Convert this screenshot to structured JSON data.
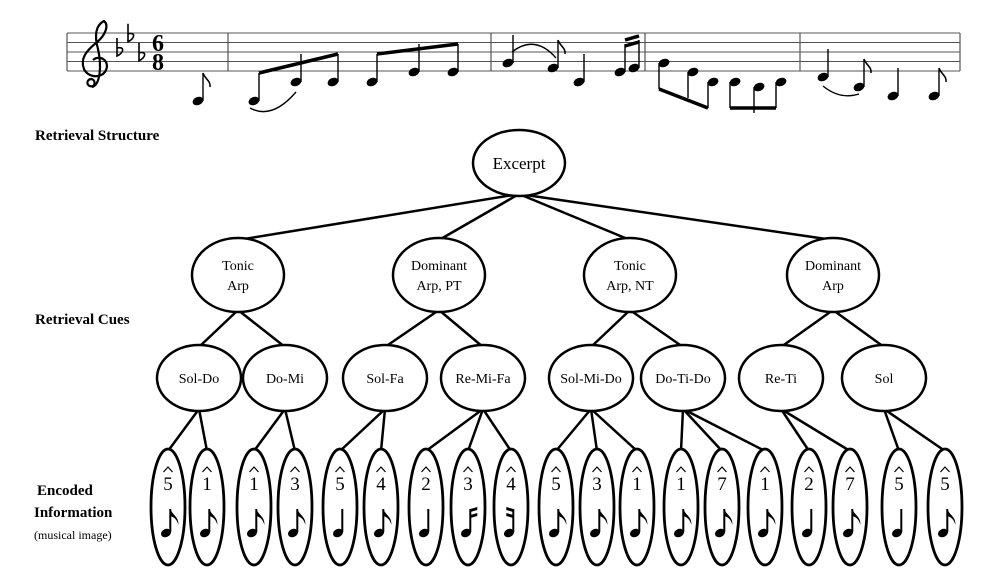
{
  "side_labels": {
    "retrieval_structure": "Retrieval Structure",
    "retrieval_cues": "Retrieval Cues",
    "encoded_line1": "Encoded",
    "encoded_line2": "Information",
    "encoded_sub": "(musical image)"
  },
  "root": {
    "label": "Excerpt"
  },
  "level1": [
    {
      "lines": [
        "Tonic",
        "Arp"
      ]
    },
    {
      "lines": [
        "Dominant",
        "Arp, PT"
      ]
    },
    {
      "lines": [
        "Tonic",
        "Arp, NT"
      ]
    },
    {
      "lines": [
        "Dominant",
        "Arp"
      ]
    }
  ],
  "level2": [
    {
      "label": "Sol-Do",
      "parent": 0
    },
    {
      "label": "Do-Mi",
      "parent": 0
    },
    {
      "label": "Sol-Fa",
      "parent": 1
    },
    {
      "label": "Re-Mi-Fa",
      "parent": 1
    },
    {
      "label": "Sol-Mi-Do",
      "parent": 2
    },
    {
      "label": "Do-Ti-Do",
      "parent": 2
    },
    {
      "label": "Re-Ti",
      "parent": 3
    },
    {
      "label": "Sol",
      "parent": 3
    }
  ],
  "leaves": [
    {
      "degree": "5",
      "note": "eighth",
      "parent": 0
    },
    {
      "degree": "1",
      "note": "eighth",
      "parent": 0
    },
    {
      "degree": "1",
      "note": "eighth",
      "parent": 1
    },
    {
      "degree": "3",
      "note": "eighth",
      "parent": 1
    },
    {
      "degree": "5",
      "note": "quarter",
      "parent": 2
    },
    {
      "degree": "4",
      "note": "eighth",
      "parent": 2
    },
    {
      "degree": "2",
      "note": "quarter",
      "parent": 3
    },
    {
      "degree": "3",
      "note": "sixteenth-up",
      "parent": 3
    },
    {
      "degree": "4",
      "note": "sixteenth-down",
      "parent": 3
    },
    {
      "degree": "5",
      "note": "eighth",
      "parent": 4
    },
    {
      "degree": "3",
      "note": "eighth",
      "parent": 4
    },
    {
      "degree": "1",
      "note": "eighth",
      "parent": 4
    },
    {
      "degree": "1",
      "note": "eighth",
      "parent": 5
    },
    {
      "degree": "7",
      "note": "eighth",
      "parent": 5
    },
    {
      "degree": "1",
      "note": "eighth",
      "parent": 5
    },
    {
      "degree": "2",
      "note": "quarter",
      "parent": 6
    },
    {
      "degree": "7",
      "note": "eighth",
      "parent": 6
    },
    {
      "degree": "5",
      "note": "quarter",
      "parent": 7
    },
    {
      "degree": "5",
      "note": "eighth",
      "parent": 7
    }
  ],
  "score": {
    "time_signature": [
      "6",
      "8"
    ]
  },
  "colors": {
    "ink": "#000000",
    "staff": "#555555"
  }
}
